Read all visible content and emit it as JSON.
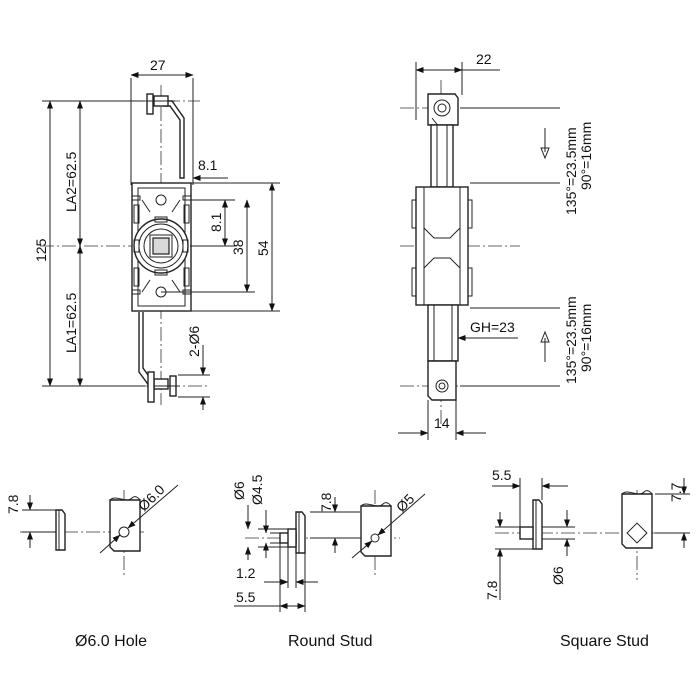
{
  "dimensions": {
    "front_width": "27",
    "front_total_height": "125",
    "front_upper_arm": "LA2=62.5",
    "front_lower_arm": "LA1=62.5",
    "front_offset": "8.1",
    "front_inner_offset": "8.1",
    "front_height_38": "38",
    "front_height_54": "54",
    "front_holes": "2-Ø6",
    "side_width": "22",
    "side_upper_travel": "135°=23.5mm",
    "side_upper_travel_90": "90°=16mm",
    "side_lower_travel": "135°=23.5mm",
    "side_lower_travel_90": "90°=16mm",
    "side_grip": "GH=23",
    "side_bottom_width": "14",
    "hole_height": "7.8",
    "hole_diameter": "Ø6.0",
    "round_stud_dia1": "Ø6",
    "round_stud_dia2": "Ø4.5",
    "round_stud_height": "7.8",
    "round_stud_hole": "Ø5",
    "round_stud_len1": "1.2",
    "round_stud_len2": "5.5",
    "square_stud_len": "5.5",
    "square_stud_height_top": "7.7",
    "square_stud_height": "7.8",
    "square_stud_dia": "Ø6"
  },
  "captions": {
    "hole": "Ø6.0 Hole",
    "round_stud": "Round Stud",
    "square_stud": "Square Stud"
  }
}
